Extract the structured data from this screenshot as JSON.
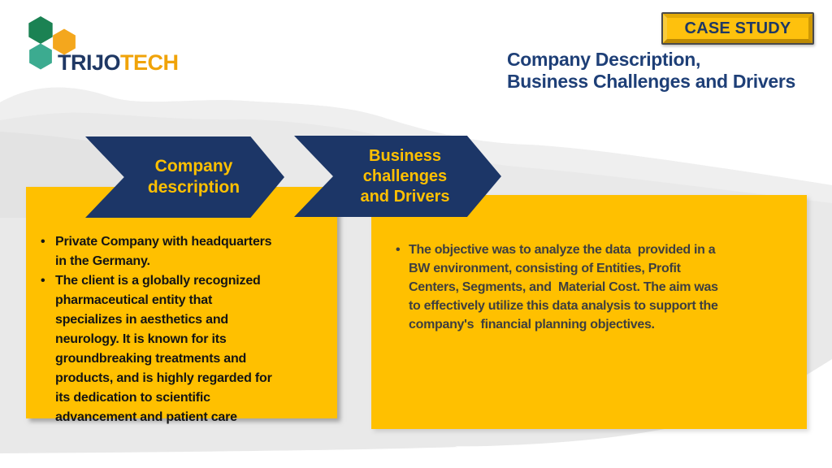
{
  "ui": {
    "bullet_char": "•"
  },
  "logo": {
    "brand_primary": "TRIJO",
    "brand_secondary": "TECH",
    "hexagon_colors": {
      "green": "#1b8253",
      "orange": "#f4a71d",
      "teal": "#3cab90"
    },
    "text_colors": {
      "primary": "#1f3864",
      "secondary": "#f0a309"
    }
  },
  "badge": {
    "label": "CASE STUDY",
    "background": "#fec10d",
    "text_color": "#1f3864"
  },
  "heading": {
    "lines": [
      "Company Description,",
      "Business Challenges and Drivers"
    ],
    "color": "#1e3f77"
  },
  "steps": [
    {
      "label_lines": [
        "Company",
        "description"
      ]
    },
    {
      "label_lines": [
        "Business",
        "challenges",
        "and Drivers"
      ]
    }
  ],
  "left_panel": {
    "background": "#ffc000",
    "bullets": [
      {
        "lines": [
          "Private Company with headquarters",
          "in the Germany."
        ]
      },
      {
        "lines": [
          "The client is a globally recognized",
          "pharmaceutical entity that",
          "specializes in aesthetics and",
          "neurology. It is known for its",
          "groundbreaking treatments and",
          "products, and is highly regarded for",
          "its dedication to scientific",
          "advancement and patient care"
        ]
      }
    ]
  },
  "right_panel": {
    "background": "#ffc000",
    "bullets": [
      {
        "lines": [
          "The objective was to analyze the data  provided in a",
          "BW environment, consisting of Entities, Profit",
          "Centers, Segments, and  Material Cost. The aim was",
          "to effectively utilize this data analysis to support the",
          "company's  financial planning objectives."
        ]
      }
    ]
  },
  "colors": {
    "navy": "#1c3667",
    "gold": "#ffc000",
    "background_gray": "#e9e9e9"
  }
}
